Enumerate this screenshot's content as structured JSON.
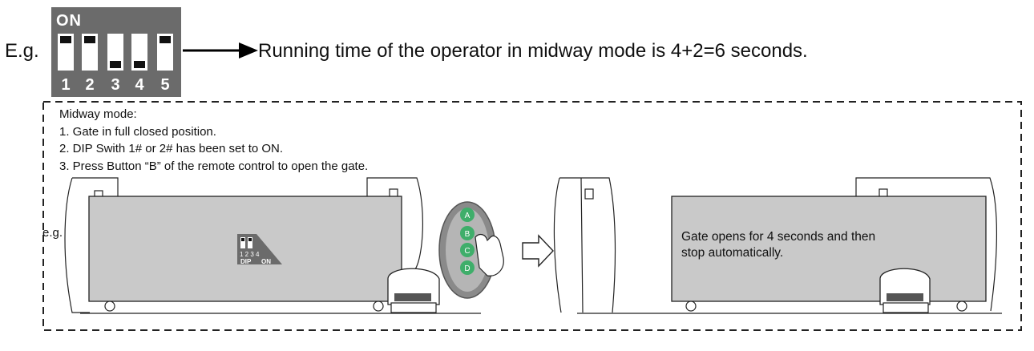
{
  "header": {
    "eg_prefix": "E.g.",
    "dip_on_label": "ON",
    "switches": [
      {
        "number": "1",
        "state": "on"
      },
      {
        "number": "2",
        "state": "on"
      },
      {
        "number": "3",
        "state": "off"
      },
      {
        "number": "4",
        "state": "off"
      },
      {
        "number": "5",
        "state": "on"
      }
    ],
    "explanation": "Running time of the operator in midway mode is 4+2=6 seconds."
  },
  "panel": {
    "title": "Midway mode:",
    "steps": [
      "1. Gate in full closed position.",
      "2. DIP Swith 1# or 2# has been set to ON.",
      "3. Press Button “B” of the remote control to open the gate."
    ],
    "eg_label": "e.g.",
    "dip_mini": {
      "numbers": "1 2 3 4",
      "dip_label": "DIP",
      "on_label": "ON"
    },
    "remote_buttons": [
      "A",
      "B",
      "C",
      "D"
    ],
    "gate_note": [
      "Gate opens for 4 seconds and then",
      "stop automatically."
    ]
  },
  "colors": {
    "dip_panel": "#6b6b6b",
    "gate_fill": "#c9c9c9",
    "remote_button": "#3fae6a",
    "remote_body": "#8a8a8a"
  }
}
